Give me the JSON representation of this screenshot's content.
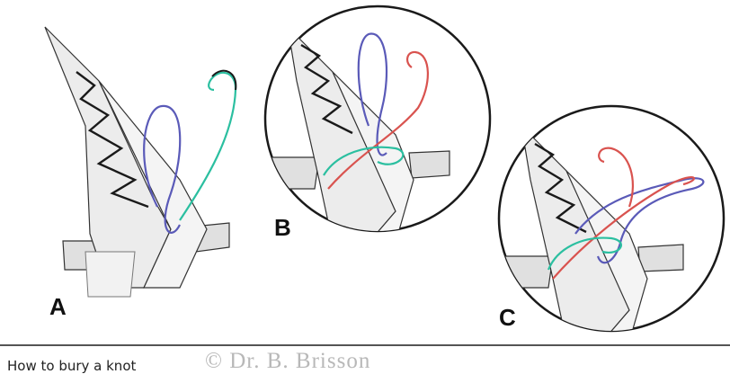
{
  "panels": [
    {
      "label": "A"
    },
    {
      "label": "B"
    },
    {
      "label": "C"
    }
  ],
  "caption": "How to bury a knot",
  "watermark": "© Dr. B. Brisson",
  "colors": {
    "outline": "#333333",
    "tissue": "#e9e9e9",
    "suture_black": "#1a1a1a",
    "suture_blue": "#5a5ab8",
    "suture_teal": "#2bbfa0",
    "suture_red": "#d9534f"
  }
}
